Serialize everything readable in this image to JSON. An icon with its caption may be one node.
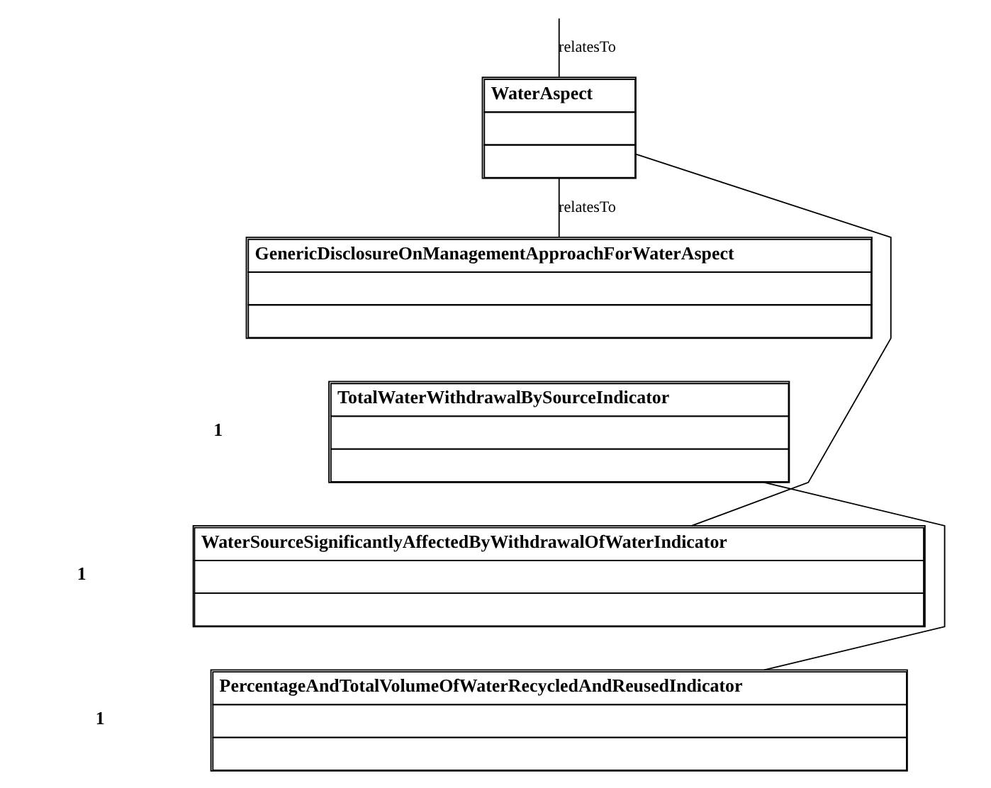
{
  "diagram": {
    "nodes": [
      {
        "text": [
          "WaterAspect"
        ]
      },
      {
        "text": [
          "GenericDisclosureOnManagementApproachForWaterAspect"
        ]
      },
      {
        "text": [
          "TotalWaterWithdrawalBySourceIndicator"
        ]
      },
      {
        "text": [
          "WaterSourceSignificantlyAffectedByWithdrawalOfWaterIndicator"
        ]
      },
      {
        "text": [
          "PercentageAndTotalVolumeOfWaterRecycledAndReusedIndicator"
        ]
      }
    ],
    "edges": [
      {
        "from": null,
        "to": 0,
        "arrow": "none",
        "label": "relatesTo"
      },
      {
        "from": 0,
        "to": 1,
        "arrow": "none",
        "label": "relatesTo"
      },
      {
        "from": 0,
        "to": 3,
        "arrow": "none"
      },
      {
        "from": 2,
        "to": 4,
        "arrow": "none"
      }
    ],
    "labels": [
      "1",
      "1",
      "1"
    ]
  }
}
